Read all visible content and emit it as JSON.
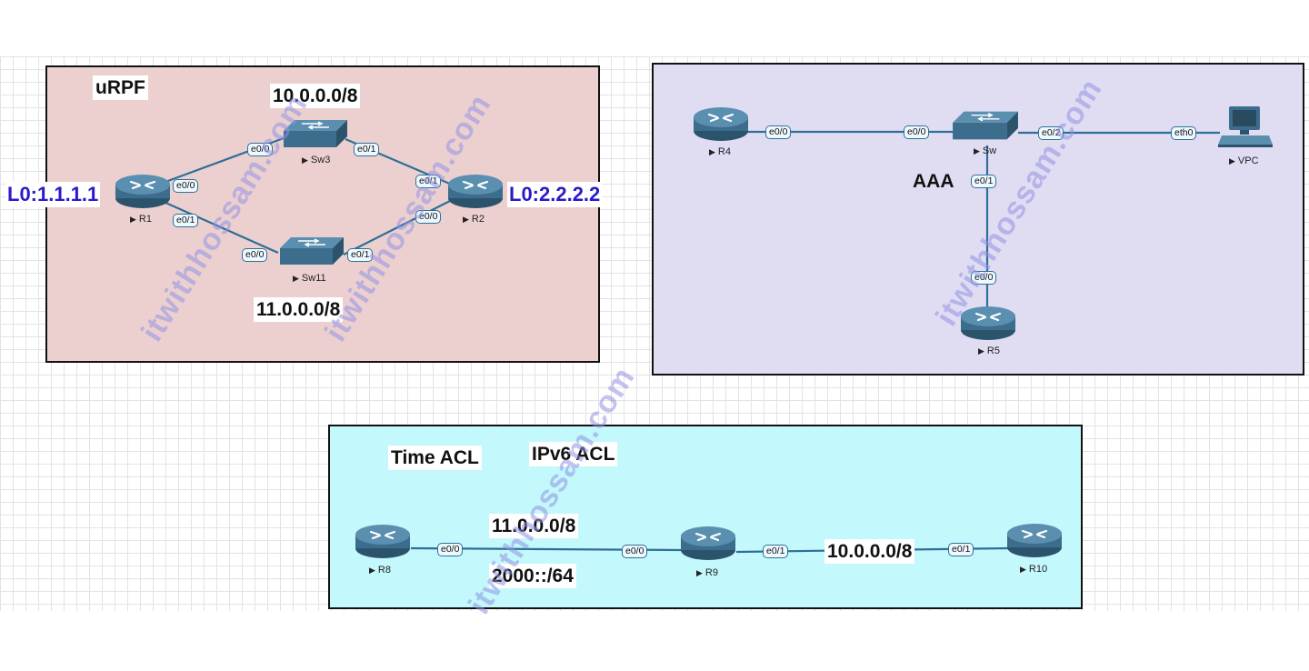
{
  "watermark": "itwithhossam.com",
  "panel_urpf": {
    "title": "uRPF",
    "subnet_top": "10.0.0.0/8",
    "subnet_bottom": "11.0.0.0/8",
    "r1_loopback": "L0:1.1.1.1",
    "r2_loopback": "L0:2.2.2.2",
    "devices": {
      "r1": "R1",
      "r2": "R2",
      "sw3": "Sw3",
      "sw11": "Sw11"
    },
    "ports": {
      "r1_sw3": "e0/0",
      "sw3_r1": "e0/0",
      "sw3_r2": "e0/1",
      "r2_sw3": "e0/1",
      "r1_sw11": "e0/1",
      "sw11_r1": "e0/0",
      "sw11_r2": "e0/1",
      "r2_sw11": "e0/0"
    }
  },
  "panel_aaa": {
    "title": "AAA",
    "devices": {
      "r4": "R4",
      "sw": "Sw",
      "vpc": "VPC",
      "r5": "R5"
    },
    "ports": {
      "r4_sw": "e0/0",
      "sw_r4": "e0/0",
      "sw_vpc": "e0/2",
      "vpc_sw": "eth0",
      "sw_r5": "e0/1",
      "r5_sw": "e0/0"
    }
  },
  "panel_acl": {
    "title_time": "Time ACL",
    "title_ipv6": "IPv6 ACL",
    "subnet_v4": "11.0.0.0/8",
    "subnet_v6": "2000::/64",
    "subnet_r9_r10": "10.0.0.0/8",
    "devices": {
      "r8": "R8",
      "r9": "R9",
      "r10": "R10"
    },
    "ports": {
      "r8_r9": "e0/0",
      "r9_r8": "e0/0",
      "r9_r10": "e0/1",
      "r10_r9": "e0/1"
    }
  },
  "colors": {
    "urpf_bg": "#ecd0d0",
    "aaa_bg": "#e0ddf3",
    "acl_bg": "#c3f8fc",
    "link": "#2f6f95",
    "loopback_text": "#2a1acc",
    "device_body": "#3d6d8c"
  }
}
